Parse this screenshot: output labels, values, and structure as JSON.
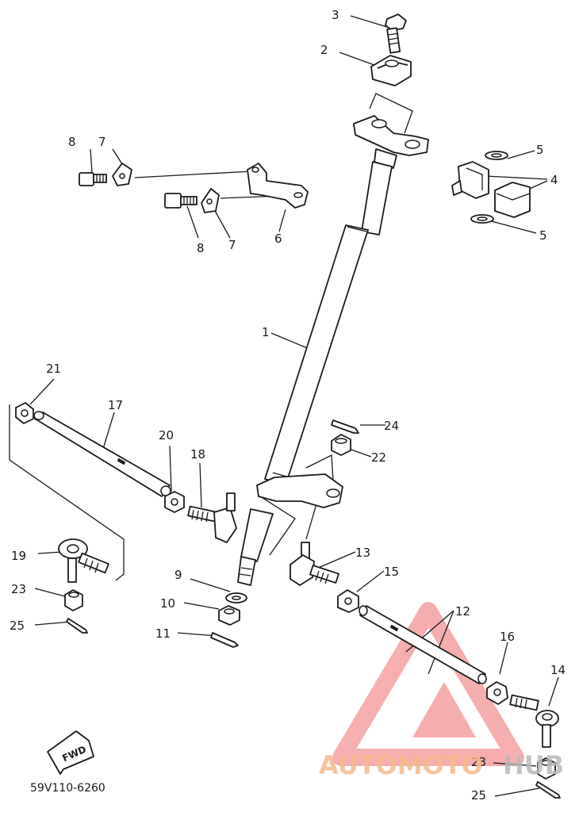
{
  "labels": [
    {
      "text": "3"
    },
    {
      "text": "2"
    },
    {
      "text": "8"
    },
    {
      "text": "7"
    },
    {
      "text": "5"
    },
    {
      "text": "4"
    },
    {
      "text": "8"
    },
    {
      "text": "7"
    },
    {
      "text": "6"
    },
    {
      "text": "5"
    },
    {
      "text": "1"
    },
    {
      "text": "21"
    },
    {
      "text": "17"
    },
    {
      "text": "24"
    },
    {
      "text": "20"
    },
    {
      "text": "18"
    },
    {
      "text": "22"
    },
    {
      "text": "19"
    },
    {
      "text": "13"
    },
    {
      "text": "15"
    },
    {
      "text": "9"
    },
    {
      "text": "23"
    },
    {
      "text": "10"
    },
    {
      "text": "12"
    },
    {
      "text": "25"
    },
    {
      "text": "11"
    },
    {
      "text": "16"
    },
    {
      "text": "14"
    },
    {
      "text": "23"
    },
    {
      "text": "25"
    }
  ],
  "fwd_label": "FWD",
  "diagram_code": "59V110-6260",
  "watermark": {
    "text_a": "AUTOMOTO",
    "text_b": "HUB",
    "color_a": "#f5b98a",
    "color_b": "#b9b9b9",
    "triangle_color": "#ef6b6b"
  }
}
